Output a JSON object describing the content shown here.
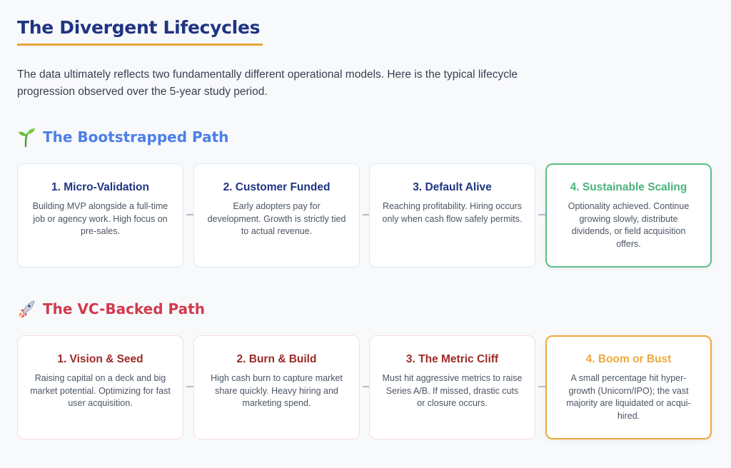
{
  "header": {
    "title": "The Divergent Lifecycles",
    "intro": "The data ultimately reflects two fundamentally different operational models. Here is the typical lifecycle progression observed over the 5-year study period."
  },
  "colors": {
    "title": "#1f3582",
    "underline": "#e8a23b",
    "bootstrapped_accent": "#4c7fe8",
    "bootstrapped_final": "#4bb37a",
    "vc_accent": "#d23a4e",
    "vc_step_title": "#9b2a26",
    "vc_final": "#eea83c"
  },
  "bootstrapped": {
    "icon": "seedling-icon",
    "heading": "The Bootstrapped Path",
    "steps": [
      {
        "title": "1. Micro-Validation",
        "desc": "Building MVP alongside a full-time job or agency work. High focus on pre-sales."
      },
      {
        "title": "2. Customer Funded",
        "desc": "Early adopters pay for development. Growth is strictly tied to actual revenue."
      },
      {
        "title": "3. Default Alive",
        "desc": "Reaching profitability. Hiring occurs only when cash flow safely permits."
      },
      {
        "title": "4. Sustainable Scaling",
        "desc": "Optionality achieved. Continue growing slowly, distribute dividends, or field acquisition offers."
      }
    ]
  },
  "vc": {
    "icon": "rocket-icon",
    "heading": "The VC-Backed Path",
    "steps": [
      {
        "title": "1. Vision & Seed",
        "desc": "Raising capital on a deck and big market potential. Optimizing for fast user acquisition."
      },
      {
        "title": "2. Burn & Build",
        "desc": "High cash burn to capture market share quickly. Heavy hiring and marketing spend."
      },
      {
        "title": "3. The Metric Cliff",
        "desc": "Must hit aggressive metrics to raise Series A/B. If missed, drastic cuts or closure occurs."
      },
      {
        "title": "4. Boom or Bust",
        "desc": "A small percentage hit hyper-growth (Unicorn/IPO); the vast majority are liquidated or acqui-hired."
      }
    ]
  }
}
